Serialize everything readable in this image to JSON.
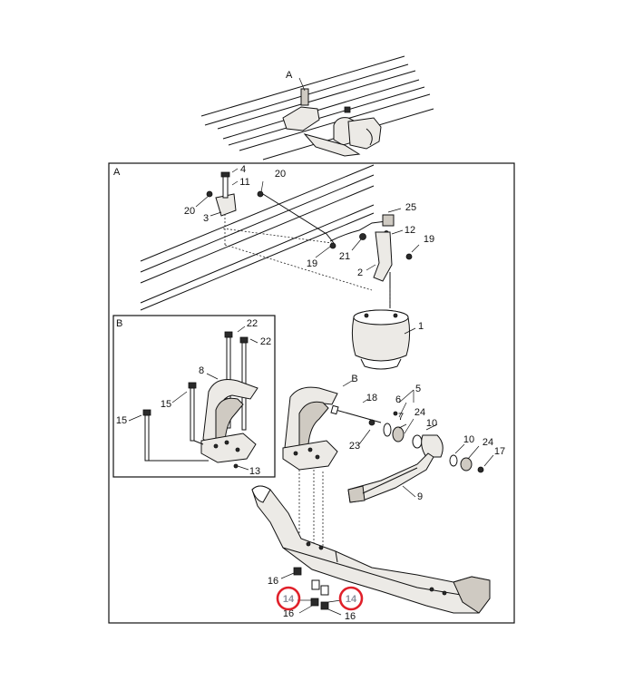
{
  "callouts": {
    "top_view": "A",
    "section_a": "A",
    "section_b": "B",
    "ref_b": "B",
    "p1": "1",
    "p2_upper": "2",
    "p3": "3",
    "p4": "4",
    "p5": "5",
    "p6": "6",
    "p7": "7",
    "p8": "8",
    "p9": "9",
    "p10_a": "10",
    "p10_b": "10",
    "p11": "11",
    "p12": "12",
    "p13": "13",
    "p14_left": "14",
    "p14_right": "14",
    "p15_a": "15",
    "p15_b": "15",
    "p16_a": "16",
    "p16_b": "16",
    "p16_c": "16",
    "p17": "17",
    "p18": "18",
    "p19_a": "19",
    "p19_b": "19",
    "p20_a": "20",
    "p20_b": "20",
    "p21": "21",
    "p22_a": "22",
    "p22_b": "22",
    "p23": "23",
    "p24_a": "24",
    "p24_b": "24",
    "p25": "25"
  },
  "highlight_color": "#e0202a"
}
